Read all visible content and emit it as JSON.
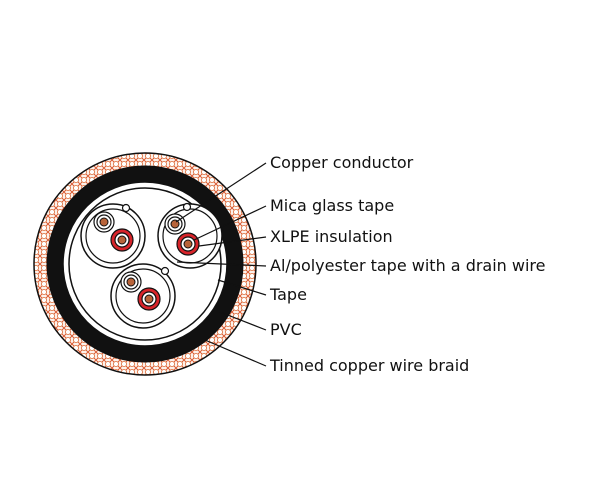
{
  "diagram": {
    "type": "cable-cross-section",
    "colors": {
      "background": "#ffffff",
      "outline": "#111111",
      "braid_dot": "#e07a4a",
      "braid_fill": "#fdf1ea",
      "pvc_jacket": "#111111",
      "insulation_red": "#d8242a",
      "conductor_copper": "#b8643a"
    },
    "pairs": 3,
    "labels": [
      {
        "id": "copper-conductor",
        "text": "Copper conductor"
      },
      {
        "id": "mica-glass-tape",
        "text": "Mica glass tape"
      },
      {
        "id": "xlpe-insulation",
        "text": "XLPE insulation"
      },
      {
        "id": "al-polyester-tape",
        "text": "Al/polyester tape with a drain wire"
      },
      {
        "id": "tape",
        "text": "Tape"
      },
      {
        "id": "pvc",
        "text": "PVC"
      },
      {
        "id": "tinned-copper-braid",
        "text": "Tinned copper wire braid"
      }
    ]
  }
}
